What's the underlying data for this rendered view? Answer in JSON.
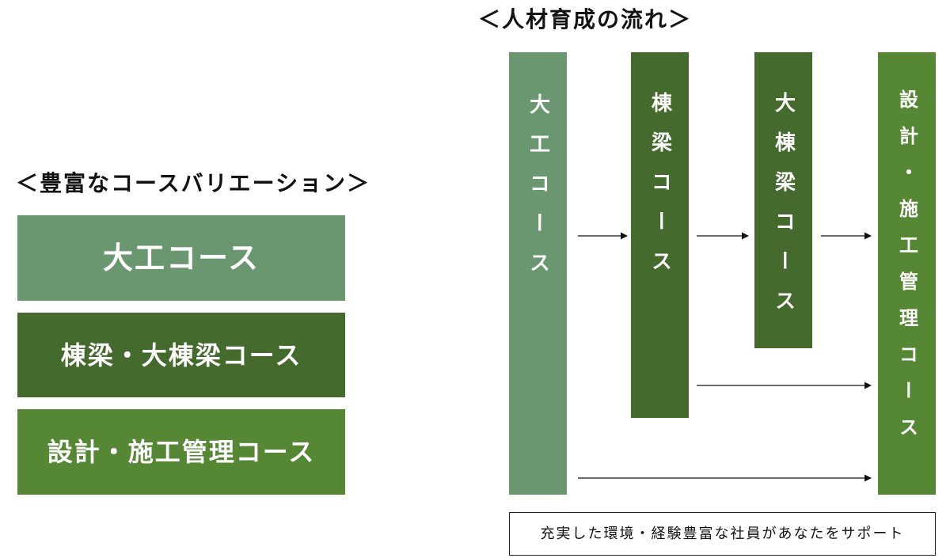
{
  "variation": {
    "title": "＜豊富なコースバリエーション＞",
    "courses": [
      {
        "label": "大工コース",
        "color": "#6a9770"
      },
      {
        "label": "棟梁・大棟梁コース",
        "color": "#456a2e"
      },
      {
        "label": "設計・施工管理コース",
        "color": "#558734"
      }
    ]
  },
  "flow": {
    "title": "＜人材育成の流れ＞",
    "columns": [
      {
        "label": "大工コース",
        "color": "#6a9770"
      },
      {
        "label": "棟梁コース",
        "color": "#456a2e"
      },
      {
        "label": "大棟梁コース",
        "color": "#456a2e"
      },
      {
        "label": "設計・施工管理コース",
        "color": "#558734"
      }
    ],
    "support": "充実した環境・経験豊富な社員があなたをサポート"
  }
}
